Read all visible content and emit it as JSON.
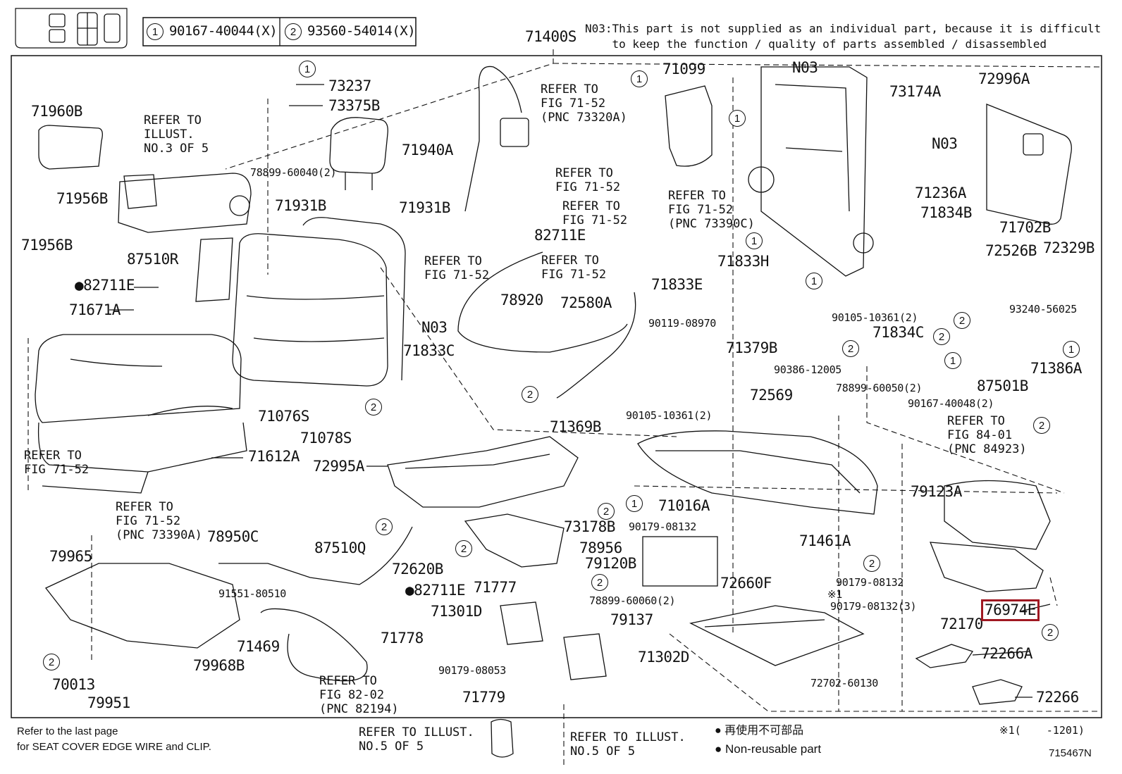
{
  "header": {
    "legend_1_num": "1",
    "legend_1_part": "90167-40044(X)",
    "legend_2_num": "2",
    "legend_2_part": "93560-54014(X)",
    "top_part": "71400S",
    "note": "N03:This part is not supplied as an individual part, because it is difficult\n    to keep the function / quality of parts assembled / disassembled"
  },
  "highlight_color": "#a01822",
  "parts": {
    "p73237": "73237",
    "p73375B": "73375B",
    "p71960B": "71960B",
    "p71940A": "71940A",
    "p78899_60040": "78899-60040(2)",
    "p71956B_a": "71956B",
    "p71956B_b": "71956B",
    "p71931B_a": "71931B",
    "p71931B_b": "71931B",
    "p87510R": "87510R",
    "p82711E_a": "●82711E",
    "p71671A": "71671A",
    "pN03_seat": "N03",
    "p71076S": "71076S",
    "p71078S": "71078S",
    "p71612A": "71612A",
    "p72995A": "72995A",
    "p87510Q": "87510Q",
    "p78950C": "78950C",
    "p91551": "91551-80510",
    "p79965": "79965",
    "p70013": "70013",
    "p79968B": "79968B",
    "p79951": "79951",
    "p71469": "71469",
    "p72620B": "72620B",
    "p82711E_b": "●82711E",
    "p71777": "71777",
    "p71301D": "71301D",
    "p71778": "71778",
    "p90179_08053": "90179-08053",
    "p71779": "71779",
    "p79137": "79137",
    "p71302D": "71302D",
    "p78899_60060": "78899-60060(2)",
    "p78956": "78956",
    "p79120B": "79120B",
    "p73178B": "73178B",
    "p71369B": "71369B",
    "p71833C": "71833C",
    "p78920": "78920",
    "p72580A": "72580A",
    "p82711E_c": "82711E",
    "p71099": "71099",
    "pN03_frame": "N03",
    "p73174A": "73174A",
    "pN03_side": "N03",
    "p71236A": "71236A",
    "p72996A": "72996A",
    "p71702B": "71702B",
    "p71834B": "71834B",
    "p72526B": "72526B",
    "p72329B": "72329B",
    "p93240": "93240-56025",
    "p71833H": "71833H",
    "p71833E": "71833E",
    "p90105_a": "90105-10361(2)",
    "p90119": "90119-08970",
    "p71379B": "71379B",
    "p71834C": "71834C",
    "p71386A": "71386A",
    "p87501B": "87501B",
    "p90386": "90386-12005",
    "p78899_60050": "78899-60050(2)",
    "p72569": "72569",
    "p90105_b": "90105-10361(2)",
    "p90167_40048": "90167-40048(2)",
    "p71016A": "71016A",
    "p79123A": "79123A",
    "p90179_08132_a": "90179-08132",
    "p71461A": "71461A",
    "p72660F": "72660F",
    "p90179_08132_b": "90179-08132",
    "p90179_08132_c": "90179-08132(3)",
    "p72170": "72170",
    "p76974E": "76974E",
    "p72266A": "72266A",
    "p72702": "72702-60130",
    "p72266": "72266",
    "star1": "※1"
  },
  "refs": {
    "r_illust3": "REFER TO\nILLUST.\nNO.3 OF 5",
    "r_belt_top": "REFER TO\nFIG 71-52\n(PNC 73320A)",
    "r_7152_a": "REFER TO\nFIG 71-52",
    "r_7152_b": "REFER TO\nFIG 71-52",
    "r_buckle": "REFER TO\nFIG 71-52\n(PNC 73390C)",
    "r_7152_c": "REFER TO\nFIG 71-52",
    "r_7152_d": "REFER TO\nFIG 71-52",
    "r_7152_e": "REFER TO\nFIG 71-52",
    "r_buckle_a": "REFER TO\nFIG 71-52\n(PNC 73390A)",
    "r_8402": "REFER TO\nFIG 82-02\n(PNC 82194)",
    "r_8401": "REFER TO\nFIG 84-01\n(PNC 84923)",
    "r_illust5_a": "REFER TO ILLUST.\nNO.5 OF 5",
    "r_illust5_b": "REFER TO ILLUST.\nNO.5 OF 5"
  },
  "footer": {
    "left_note": "Refer to the last page\nfor SEAT COVER EDGE WIRE and CLIP.",
    "legend_jp": "● 再使用不可部品",
    "legend_en": "● Non-reusable part",
    "range": "※1(    -1201)",
    "figure_id": "715467N"
  },
  "callouts": {
    "one": "1",
    "two": "2"
  }
}
